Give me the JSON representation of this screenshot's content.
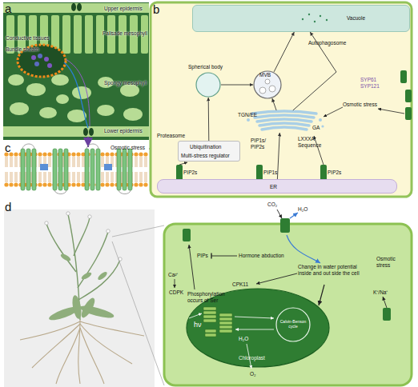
{
  "diagram": {
    "nodes": [
      {
        "text": [
          "Vacuole"
        ]
      },
      {
        "text": [
          "Spherical body"
        ]
      },
      {
        "text": [
          "MVB"
        ]
      },
      {
        "text": [
          "TGN/EE",
          "GA"
        ]
      },
      {
        "text": [
          "Ubiquitination",
          "Multi-stress regulator"
        ]
      },
      {
        "text": [
          "ER"
        ]
      },
      {
        "text": [
          "Chloroplast"
        ]
      },
      {
        "text": [
          "Calvin-Benson cycle"
        ],
        "in": 6
      }
    ],
    "edges": [
      {
        "from": 4,
        "to": 1,
        "arrow": "to"
      },
      {
        "from": 1,
        "to": 2,
        "arrow": "to"
      },
      {
        "from": 2,
        "to": 0,
        "arrow": "to"
      },
      {
        "from": 3,
        "to": 2,
        "arrow": "to"
      },
      {
        "from": 5,
        "to": 3,
        "arrow": "to"
      },
      {
        "from": 3,
        "to": 0,
        "arrow": "to"
      }
    ],
    "labels": [
      "a",
      "Upper epidermis",
      "Palisade mesophyll",
      "Conductive tissues",
      "Bundle sheath",
      "Spongy mesophyll",
      "Lower epidermis",
      "b",
      "Autophagosome",
      "SYP61",
      "SYP121",
      "Osmotic stress",
      "Proteasome",
      "LXXXA Sequence",
      "PIP1s/ PIP2s",
      "PIP2s",
      "PIP1s",
      "PIP2s",
      "c",
      "Osmotic stress",
      "d",
      "CO₂",
      "H₂O",
      "PIPs",
      "Hormone abduction",
      "Ca²⁺",
      "CDPK",
      "CPK11",
      "Phosphorylation occurs of Ser",
      "Change in water potential inside and out side the cell",
      "Osmotic stress",
      "K⁺/Na⁺",
      "hν",
      "H₂O",
      "O₂"
    ]
  }
}
